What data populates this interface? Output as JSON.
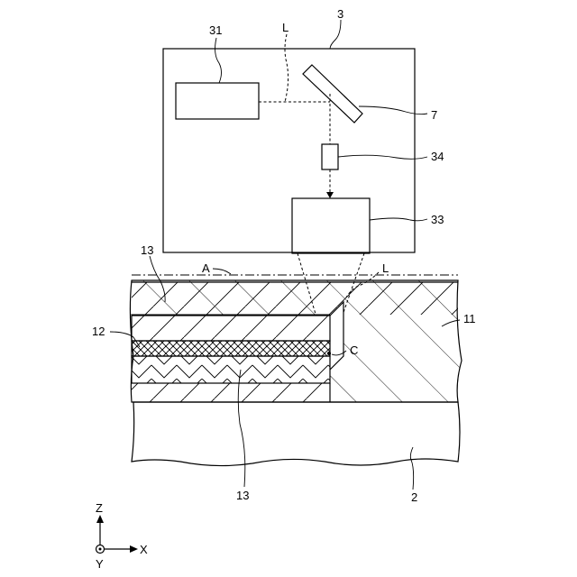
{
  "labels": {
    "device": "3",
    "light_source": "31",
    "light": "L",
    "mirror": "7",
    "element_34": "34",
    "element_33": "33",
    "layer_13_top": "13",
    "layer_13_bottom": "13",
    "layer_12": "12",
    "layer_11": "11",
    "substrate": "2",
    "axis_a": "A",
    "light_lower": "L",
    "point_c": "C"
  },
  "axes": {
    "z": "Z",
    "x": "X",
    "y": "Y"
  }
}
